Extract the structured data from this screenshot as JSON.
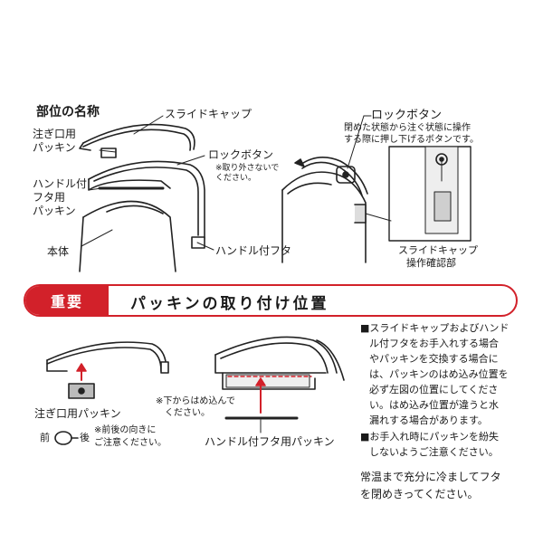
{
  "top_left": {
    "heading": "部位の名称",
    "labels": {
      "slide_cap": "スライドキャップ",
      "spout_packing_1": "注ぎ口用",
      "spout_packing_2": "パッキン",
      "lock_button": "ロックボタン",
      "lock_note_1": "※取り外さないで",
      "lock_note_2": "ください。",
      "handle_lid_packing_1": "ハンドル付",
      "handle_lid_packing_2": "フタ用",
      "handle_lid_packing_3": "パッキン",
      "body": "本体",
      "handle_lid": "ハンドル付フタ"
    }
  },
  "top_right": {
    "lock_button": "ロックボタン",
    "desc_1": "閉めた状態から注ぐ状態に操作",
    "desc_2": "する際に押し下げるボタンです。",
    "confirm_1": "スライドキャップ",
    "confirm_2": "操作確認部"
  },
  "banner": {
    "tag": "重要",
    "title": "パッキンの取り付け位置"
  },
  "bottom_left": {
    "spout_packing": "注ぎ口用パッキン",
    "note_1": "※前後の向きに",
    "note_2": "ご注意ください。",
    "front": "前",
    "back": "後"
  },
  "bottom_mid": {
    "note_1": "※下からはめ込んで",
    "note_2": "ください。",
    "handle_lid_packing": "ハンドル付フタ用パッキン"
  },
  "right_text": {
    "para1_lines": [
      "■スライドキャップおよびハンド",
      "ル付フタをお手入れする場合",
      "やパッキンを交換する場合に",
      "は、パッキンのはめ込み位置を",
      "必ず左図の位置にしてくださ",
      "い。はめ込み位置が違うと水",
      "漏れする場合があります。"
    ],
    "para2_lines": [
      "■お手入れ時にパッキンを紛失",
      "しないようご注意ください。"
    ],
    "para3_lines": [
      "常温まで充分に冷ましてフタ",
      "を閉めきってください。"
    ]
  }
}
